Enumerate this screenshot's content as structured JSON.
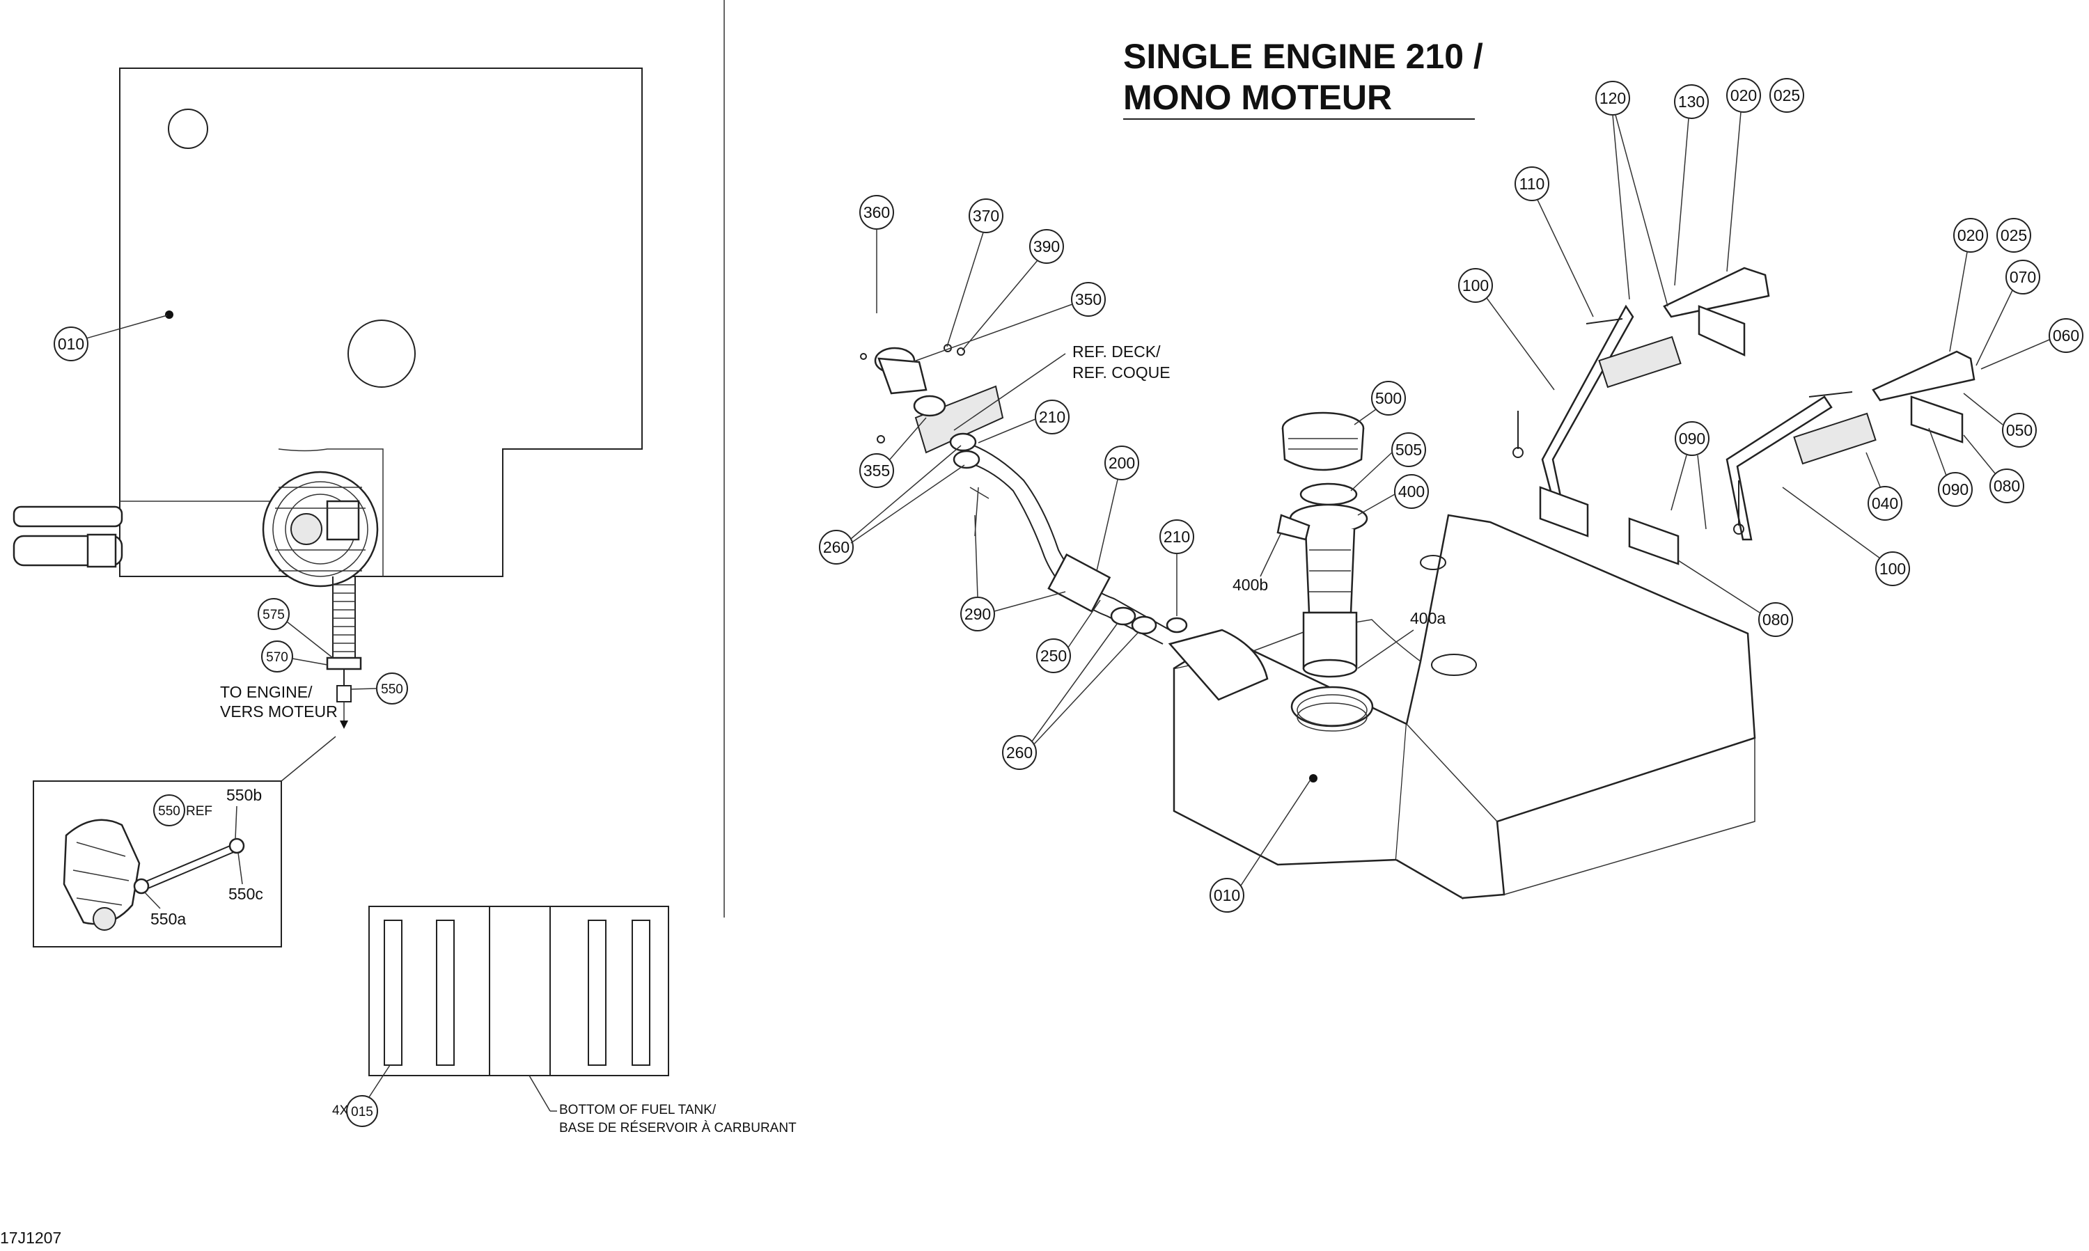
{
  "title": {
    "line1": "SINGLE ENGINE 210 /",
    "line2": "MONO MOTEUR"
  },
  "drawing_number": "17J1207",
  "notes": {
    "to_engine_1": "TO ENGINE/",
    "to_engine_2": "VERS MOTEUR",
    "ref_deck_1": "REF. DECK/",
    "ref_deck_2": "REF. COQUE",
    "bottom_tank_1": "BOTTOM OF FUEL TANK/",
    "bottom_tank_2": "BASE DE RÉSERVOIR  À  CARBURANT",
    "qty_4x": "4X",
    "ref": "REF"
  },
  "callouts": {
    "c010a": "010",
    "c575": "575",
    "c570": "570",
    "c550": "550",
    "c550ref": "550",
    "c015": "015",
    "c360": "360",
    "c370": "370",
    "c390": "390",
    "c350": "350",
    "c210a": "210",
    "c355": "355",
    "c260a": "260",
    "c290": "290",
    "c200": "200",
    "c250": "250",
    "c210b": "210",
    "c260b": "260",
    "c500": "500",
    "c505": "505",
    "c400": "400",
    "c010b": "010",
    "c120": "120",
    "c130": "130",
    "c020a": "020",
    "c025a": "025",
    "c110": "110",
    "c100a": "100",
    "c020b": "020",
    "c025b": "025",
    "c070": "070",
    "c060": "060",
    "c050": "050",
    "c090a": "090",
    "c040": "040",
    "c090b": "090",
    "c080a": "080",
    "c100b": "100",
    "c080b": "080"
  },
  "text_labels": {
    "l550b": "550b",
    "l550c": "550c",
    "l550a": "550a",
    "l400b": "400b",
    "l400a": "400a"
  }
}
